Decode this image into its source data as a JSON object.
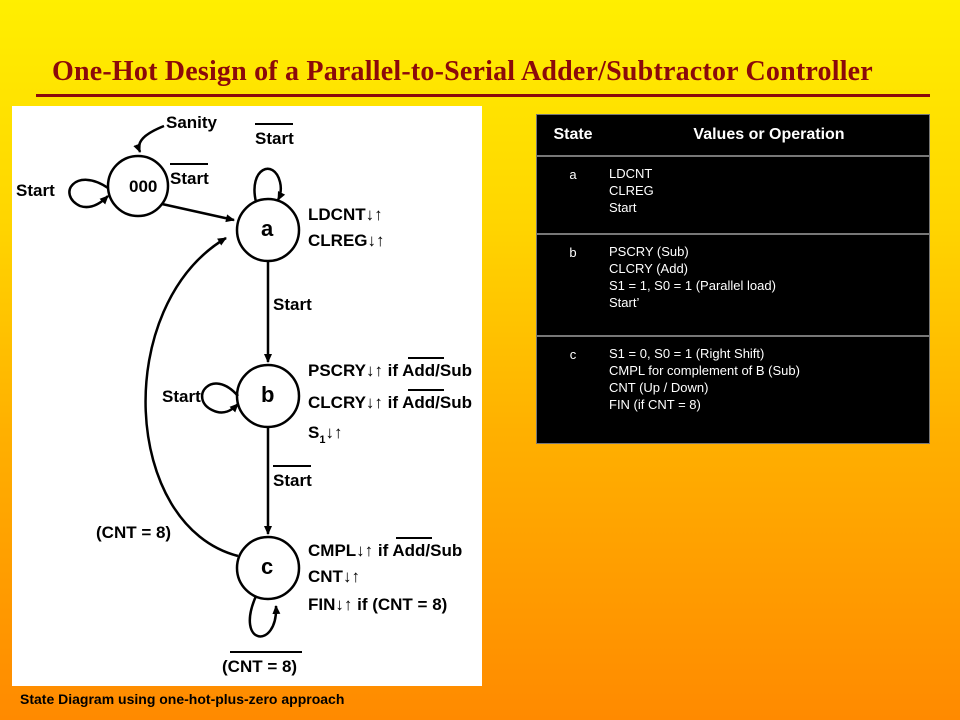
{
  "title": "One-Hot Design of a Parallel-to-Serial Adder/Subtractor Controller",
  "caption": "State Diagram using one-hot-plus-zero approach",
  "diagram": {
    "sanity": "Sanity",
    "start_label": "Start",
    "state_000": "000",
    "state_a": "a",
    "state_b": "b",
    "state_c": "c",
    "a_out1": "LDCNT↓↑",
    "a_out2": "CLREG↓↑",
    "b_out1": "PSCRY↓↑ if ",
    "b_out1_bar": "Add/Sub",
    "b_out2": "CLCRY↓↑ if ",
    "b_out2_bar": "Add/Sub",
    "b_out3": "S",
    "b_out3_sub": "1",
    "b_out3_tail": "↓↑",
    "c_out1": "CMPL↓↑ if ",
    "c_out1_bar": "Add/Sub",
    "c_out2": "CNT↓↑",
    "c_out3": "FIN↓↑ if (CNT = 8)",
    "cnt8": "(CNT = 8)",
    "cnt8_bottom": "(CNT = 8)"
  },
  "table": {
    "headers": [
      "State",
      "Values or Operation"
    ],
    "rows": [
      {
        "state": "a",
        "ops": [
          "LDCNT",
          "CLREG",
          "Start"
        ]
      },
      {
        "state": "b",
        "ops": [
          "PSCRY (Sub)",
          "CLCRY (Add)",
          "S1 = 1, S0 = 1 (Parallel load)",
          "Start’"
        ]
      },
      {
        "state": "c",
        "ops": [
          "S1 = 0, S0 = 1 (Right Shift)",
          "CMPL for complement of B (Sub)",
          "CNT (Up / Down)",
          "FIN (if CNT = 8)"
        ]
      }
    ]
  }
}
